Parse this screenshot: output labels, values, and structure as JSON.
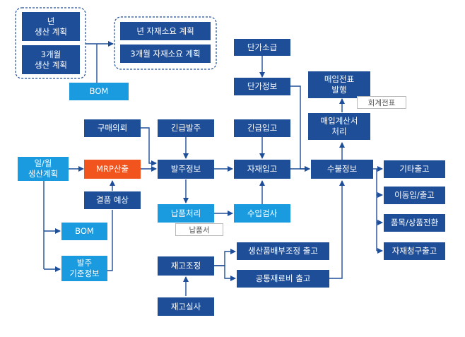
{
  "nodes": {
    "annual_plan": "년\n생산 계획",
    "quarterly_plan": "3개월\n생산 계획",
    "bom_top": "BOM",
    "annual_material": "년 자재소요 계획",
    "quarterly_material": "3개월 자재소요 계획",
    "unit_price_quote": "단가소급",
    "unit_price_info": "단가정보",
    "purchase_slip": "매입전표\n발행",
    "purchase_calc": "매입계산서\n처리",
    "purchase_request": "구매의뢰",
    "urgent_order": "긴급발주",
    "urgent_receipt": "긴급입고",
    "daily_monthly_plan": "일/월\n생산계획",
    "mrp_calc": "MRP산출",
    "order_info": "발주정보",
    "material_receipt": "자재입고",
    "receipt_payment_info": "수불정보",
    "other_issue": "기타출고",
    "transfer": "이동입/출고",
    "item_conversion": "품목/상품전환",
    "material_request_issue": "자재청구출고",
    "shortage_forecast": "결품 예상",
    "delivery_processing": "납품처리",
    "incoming_inspection": "수입검사",
    "bom_mid": "BOM",
    "order_standard": "발주\n기준정보",
    "inventory_adjustment": "재고조정",
    "production_issue": "생산품배부조정 출고",
    "common_material_issue": "공통재료비 출고",
    "stock_count": "재고실사"
  },
  "tags": {
    "accounting_slip": "회계전표",
    "delivery_note": "납품서"
  },
  "colors": {
    "primary": "#1f4e98",
    "secondary": "#1a9be0",
    "highlight": "#f2541d",
    "connector": "#1f4e98",
    "group_border": "#1f4e98"
  }
}
